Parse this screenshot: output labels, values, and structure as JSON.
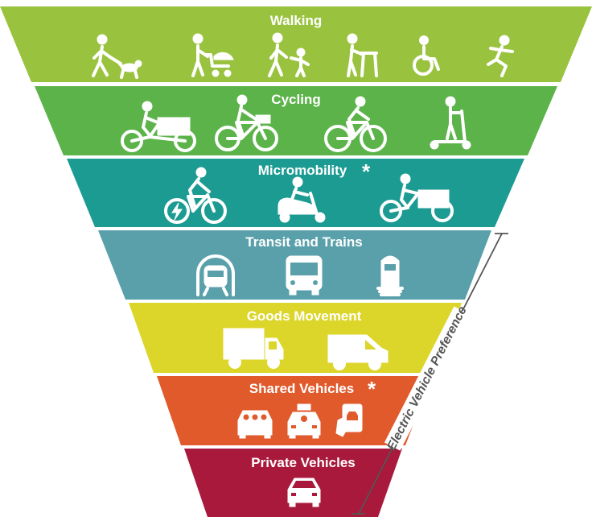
{
  "tiers": [
    {
      "label": "Walking",
      "color": "#99c33f",
      "icons": [
        "person-walking-dog-icon",
        "person-pushing-stroller-icon",
        "adult-walking-with-child-icon",
        "person-with-walker-icon",
        "wheelchair-user-icon",
        "person-running-icon"
      ]
    },
    {
      "label": "Cycling",
      "color": "#5cb34a",
      "icons": [
        "cargo-bike-icon",
        "bicycle-with-basket-icon",
        "cyclist-icon",
        "kick-scooter-icon"
      ]
    },
    {
      "label": "Micromobility",
      "color": "#1c9b92",
      "asterisk": "*",
      "icons": [
        "electric-bike-icon",
        "electric-scooter-icon",
        "electric-cargo-bike-icon"
      ]
    },
    {
      "label": "Transit and Trains",
      "color": "#5aa0ab",
      "icons": [
        "subway-train-icon",
        "bus-icon",
        "locomotive-icon"
      ]
    },
    {
      "label": "Goods Movement",
      "color": "#dcd52a",
      "icons": [
        "delivery-truck-icon",
        "delivery-van-icon"
      ]
    },
    {
      "label": "Shared Vehicles",
      "color": "#e05a2c",
      "asterisk": "*",
      "icons": [
        "carpool-icon",
        "taxi-icon",
        "rideshare-app-icon"
      ]
    },
    {
      "label": "Private Vehicles",
      "color": "#a8193b",
      "icons": [
        "private-car-icon"
      ]
    }
  ],
  "bracket": {
    "label": "Electric Vehicle Preference",
    "color": "#555555"
  }
}
